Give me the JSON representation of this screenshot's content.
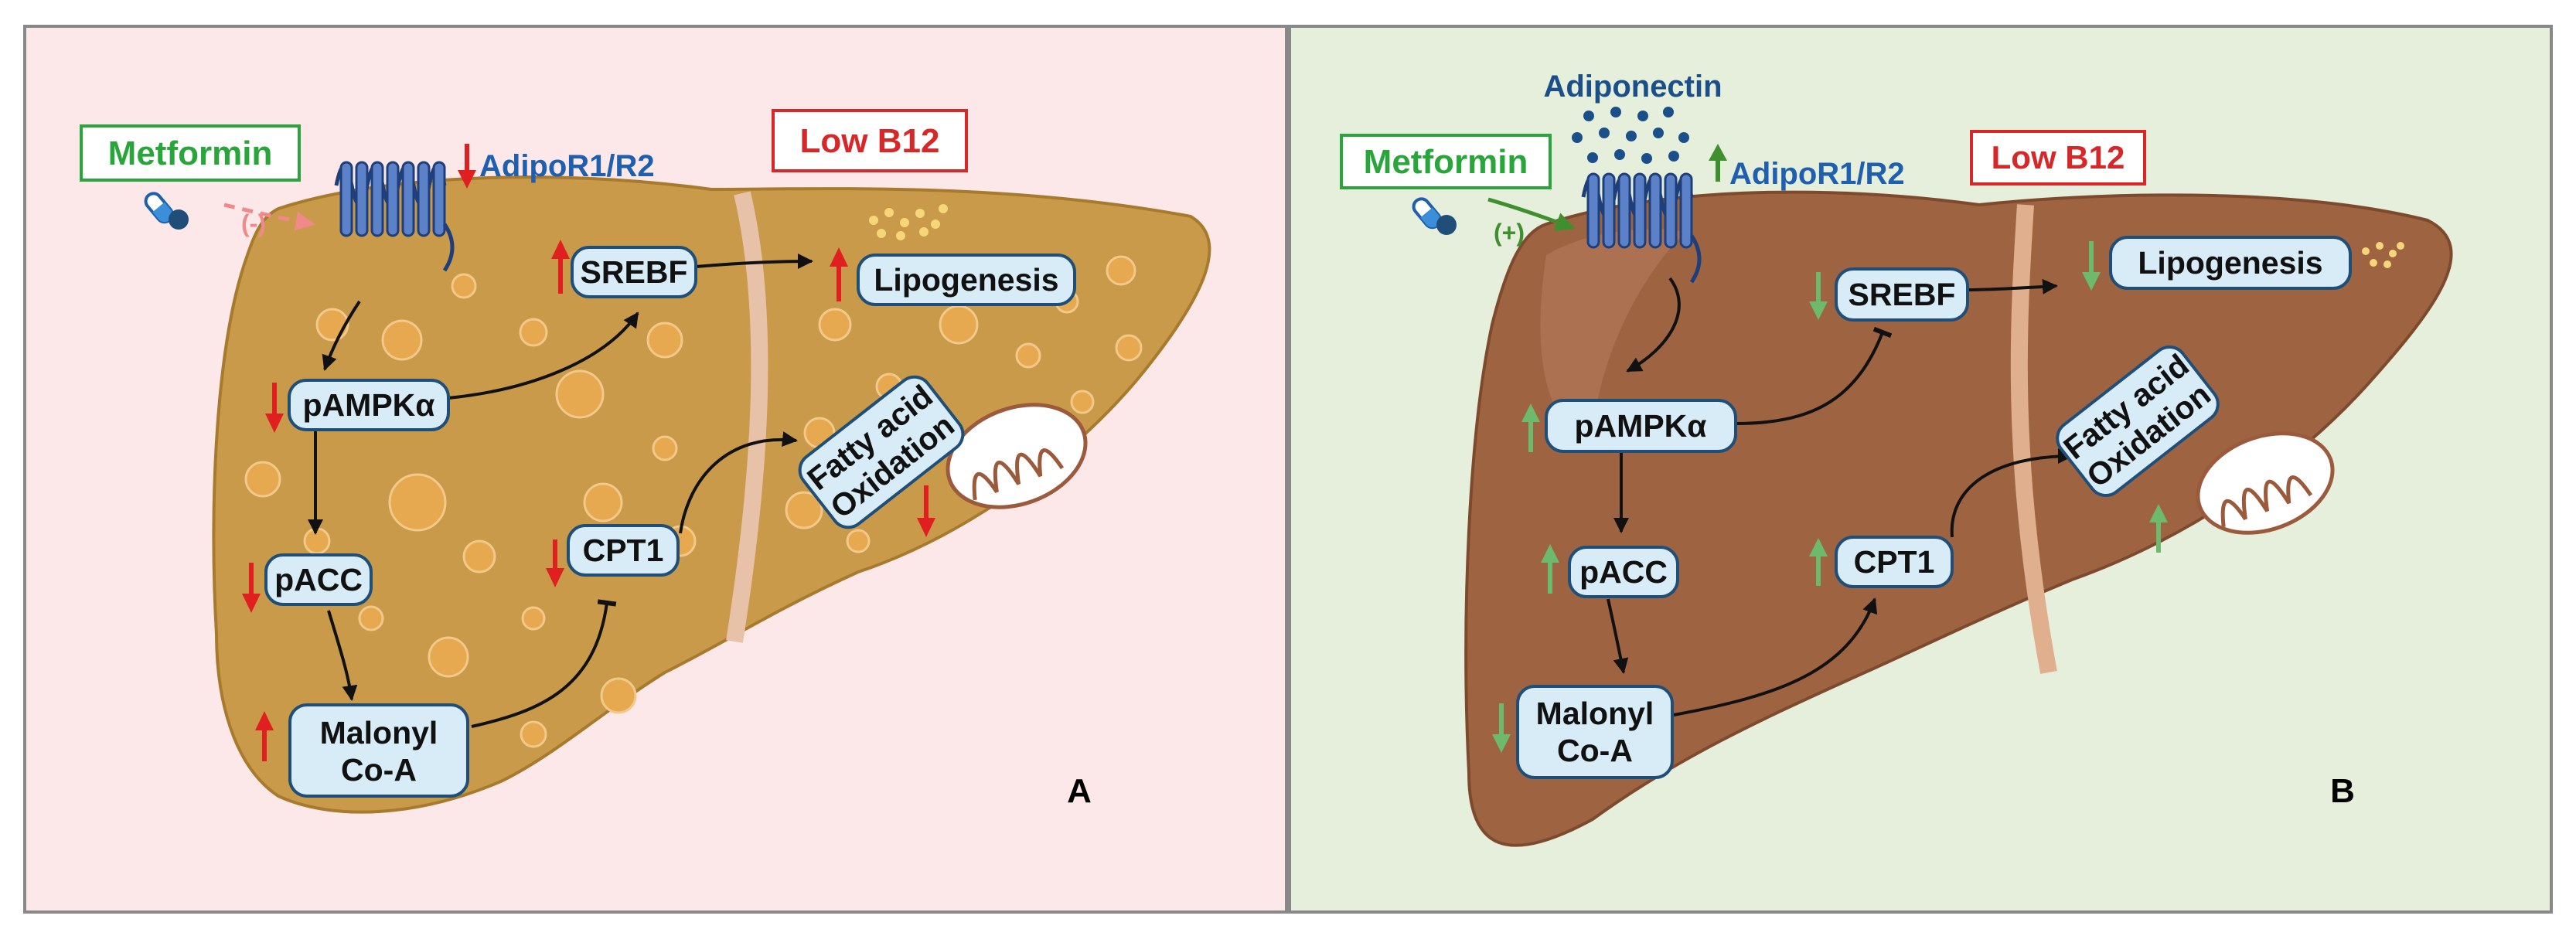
{
  "panels": [
    {
      "label": "A",
      "drug": "Metformin",
      "drug_effect": "(-)",
      "receptor": "AdipoR1/R2",
      "condition": "Low B12",
      "nodes": {
        "srebf": "SREBF",
        "lipogenesis": "Lipogenesis",
        "pampk": "pAMPKα",
        "fao_line1": "Fatty acid",
        "fao_line2": "Oxidation",
        "pacc": "pACC",
        "cpt1": "CPT1",
        "malonyl_line1": "Malonyl",
        "malonyl_line2": "Co-A"
      },
      "colors": {
        "background": "#fce8e8",
        "liver": "#c99a4a",
        "arrow": "#e02020",
        "drug_arrow": "#f08a8a"
      }
    },
    {
      "label": "B",
      "drug": "Metformin",
      "drug_effect": "(+)",
      "ligand": "Adiponectin",
      "receptor": "AdipoR1/R2",
      "condition": "Low B12",
      "nodes": {
        "srebf": "SREBF",
        "lipogenesis": "Lipogenesis",
        "pampk": "pAMPKα",
        "fao_line1": "Fatty acid",
        "fao_line2": "Oxidation",
        "pacc": "pACC",
        "cpt1": "CPT1",
        "malonyl_line1": "Malonyl",
        "malonyl_line2": "Co-A"
      },
      "colors": {
        "background": "#e6eedc",
        "liver": "#9e6442",
        "arrow": "#6dba6d",
        "drug_arrow": "#3f8f2f"
      }
    }
  ],
  "colors": {
    "drug_text": "#2aa53c",
    "receptor_text": "#1f5fb0",
    "condition_text": "#d62828",
    "ligand_text": "#1a4f8a",
    "node_fill": "#d8ecf8"
  }
}
